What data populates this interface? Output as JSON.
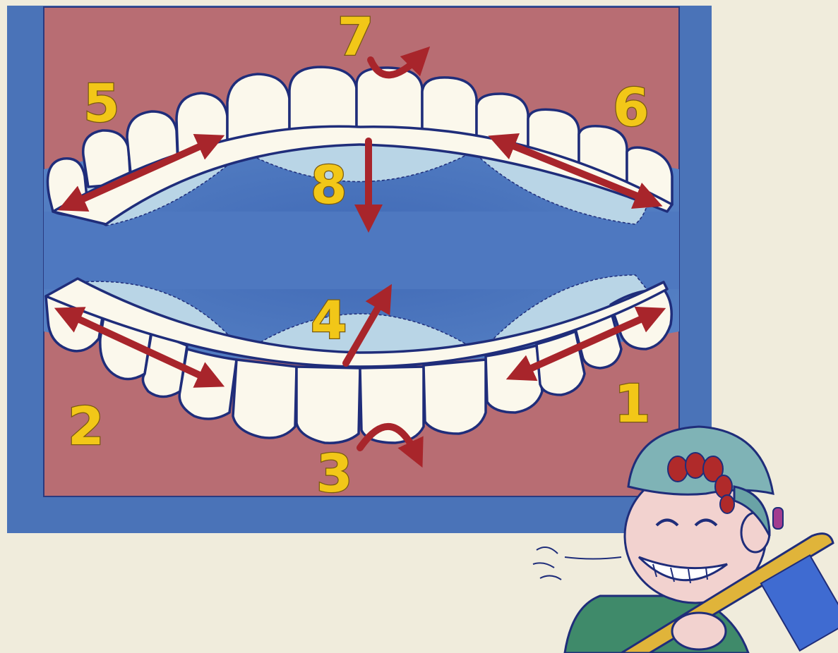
{
  "steps": [
    {
      "id": "1",
      "label": "1"
    },
    {
      "id": "2",
      "label": "2"
    },
    {
      "id": "3",
      "label": "3"
    },
    {
      "id": "4",
      "label": "4"
    },
    {
      "id": "5",
      "label": "5"
    },
    {
      "id": "6",
      "label": "6"
    },
    {
      "id": "7",
      "label": "7"
    },
    {
      "id": "8",
      "label": "8"
    }
  ],
  "colors": {
    "page_background": "#f0ecdc",
    "outer_frame": "#4a73b8",
    "mouth_background": "#b86d73",
    "tooth": "#fbf8ec",
    "tooth_outline": "#1f2d7a",
    "arrow": "#a8252b",
    "number": "#f2c718",
    "cap": "#7fb3b6",
    "skin": "#f2d2cf",
    "brush_handle": "#e0b43a"
  }
}
